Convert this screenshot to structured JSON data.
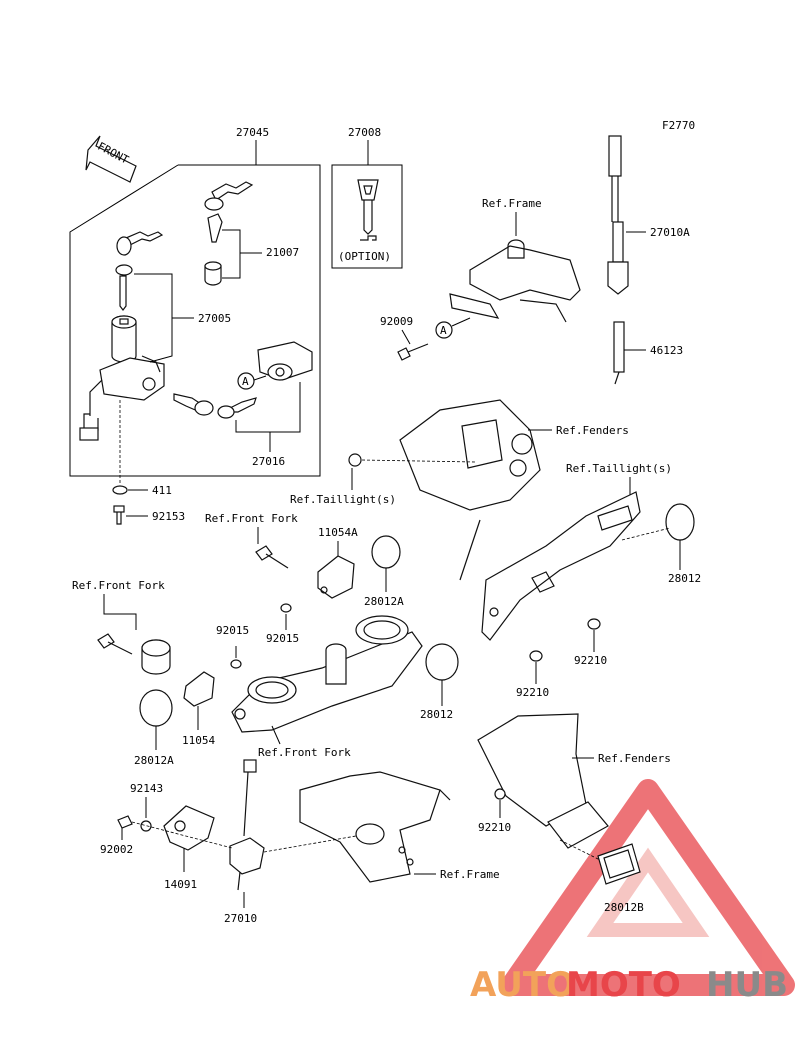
{
  "figure_code": "F2770",
  "front_marker": "FRONT",
  "callout_symbol": "A",
  "labels": {
    "p27045": "27045",
    "p27008": "27008",
    "option": "(OPTION)",
    "p21007": "21007",
    "p27005": "27005",
    "p27016": "27016",
    "p411": "411",
    "p92153": "92153",
    "ref_frame_top": "Ref.Frame",
    "p27010A": "27010A",
    "p92009": "92009",
    "p46123": "46123",
    "ref_fenders_top": "Ref.Fenders",
    "ref_taillight_left": "Ref.Taillight(s)",
    "ref_taillight_right": "Ref.Taillight(s)",
    "ref_front_fork_a": "Ref.Front Fork",
    "p11054A": "11054A",
    "p28012A_top": "28012A",
    "p92015_a": "92015",
    "p92015_b": "92015",
    "ref_front_fork_b": "Ref.Front Fork",
    "p28012_right": "28012",
    "p28012_mid": "28012",
    "p92210_a": "92210",
    "p92210_b": "92210",
    "p11054": "11054",
    "p28012A_bottom": "28012A",
    "ref_front_fork_c": "Ref.Front Fork",
    "ref_fenders_bottom": "Ref.Fenders",
    "p92143": "92143",
    "p92002": "92002",
    "p14091": "14091",
    "p27010": "27010",
    "ref_frame_bottom": "Ref.Frame",
    "p92210_c": "92210",
    "p28012B": "28012B"
  },
  "watermark": {
    "part1": "AUTO",
    "part2": "MOTO",
    "part3": "HUB",
    "color_orange": "#f2a25a",
    "color_red": "#e8454a",
    "color_gray": "#8a8a8a"
  }
}
